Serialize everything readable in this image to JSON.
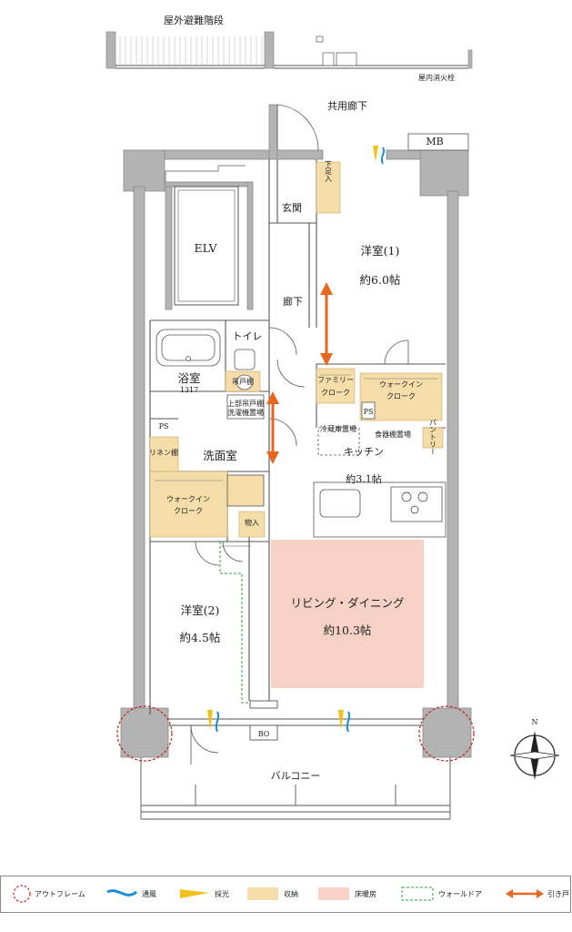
{
  "labels": {
    "outdoor_stairs": "屋外避難階段",
    "indoor_hydrant": "屋内消火栓",
    "common_corridor": "共用廊下",
    "mb": "MB",
    "elv": "ELV",
    "entrance": "玄関",
    "shoe_storage": "下足入",
    "western_room_1": "洋室(1)",
    "western_room_1_size": "約6.0帖",
    "hallway": "廊下",
    "toilet": "トイレ",
    "bathroom": "浴室",
    "bathroom_size": "1317",
    "toilet_storage": "吊戸棚",
    "upper_cabinet": "上部吊戸棚",
    "washer_space": "洗濯機置場",
    "ps_left": "PS",
    "linen_shelf": "リネン棚",
    "washroom": "洗面室",
    "family_closet_1": "ファミリー",
    "family_closet_2": "クローク",
    "walkin_closet_1": "ウォークイン",
    "walkin_closet_2": "クローク",
    "ps_right": "PS",
    "fridge_space": "冷蔵庫置場",
    "dishwasher_space": "食器棚置場",
    "pantry": "パントリー",
    "kitchen": "キッチン",
    "kitchen_size": "約3.1帖",
    "walkin_closet2_1": "ウォークイン",
    "walkin_closet2_2": "クローク",
    "storage": "物入",
    "western_room_2": "洋室(2)",
    "western_room_2_size": "約4.5帖",
    "living_dining": "リビング・ダイニング",
    "living_dining_size": "約10.3帖",
    "bo": "BO",
    "balcony": "バルコニー",
    "compass_n": "N"
  },
  "legend": [
    {
      "name": "outframe",
      "label": "アウトフレーム"
    },
    {
      "name": "ventilation",
      "label": "通風"
    },
    {
      "name": "daylight",
      "label": "採光"
    },
    {
      "name": "storage",
      "label": "収納"
    },
    {
      "name": "floor_heating",
      "label": "床暖房"
    },
    {
      "name": "wall_door",
      "label": "ウォールドア"
    },
    {
      "name": "sliding_door",
      "label": "引き戸"
    }
  ],
  "colors": {
    "wall": "#b3b3b3",
    "wall_stroke": "#8a8a8a",
    "storage": "#f5ddaa",
    "floor_heating": "#f5d2c5",
    "ventilation": "#1b8fd6",
    "daylight": "#f2c21a",
    "wall_door": "#2e9e3e",
    "sliding_door": "#e8661e",
    "outframe": "#c22222",
    "line": "#333333"
  }
}
